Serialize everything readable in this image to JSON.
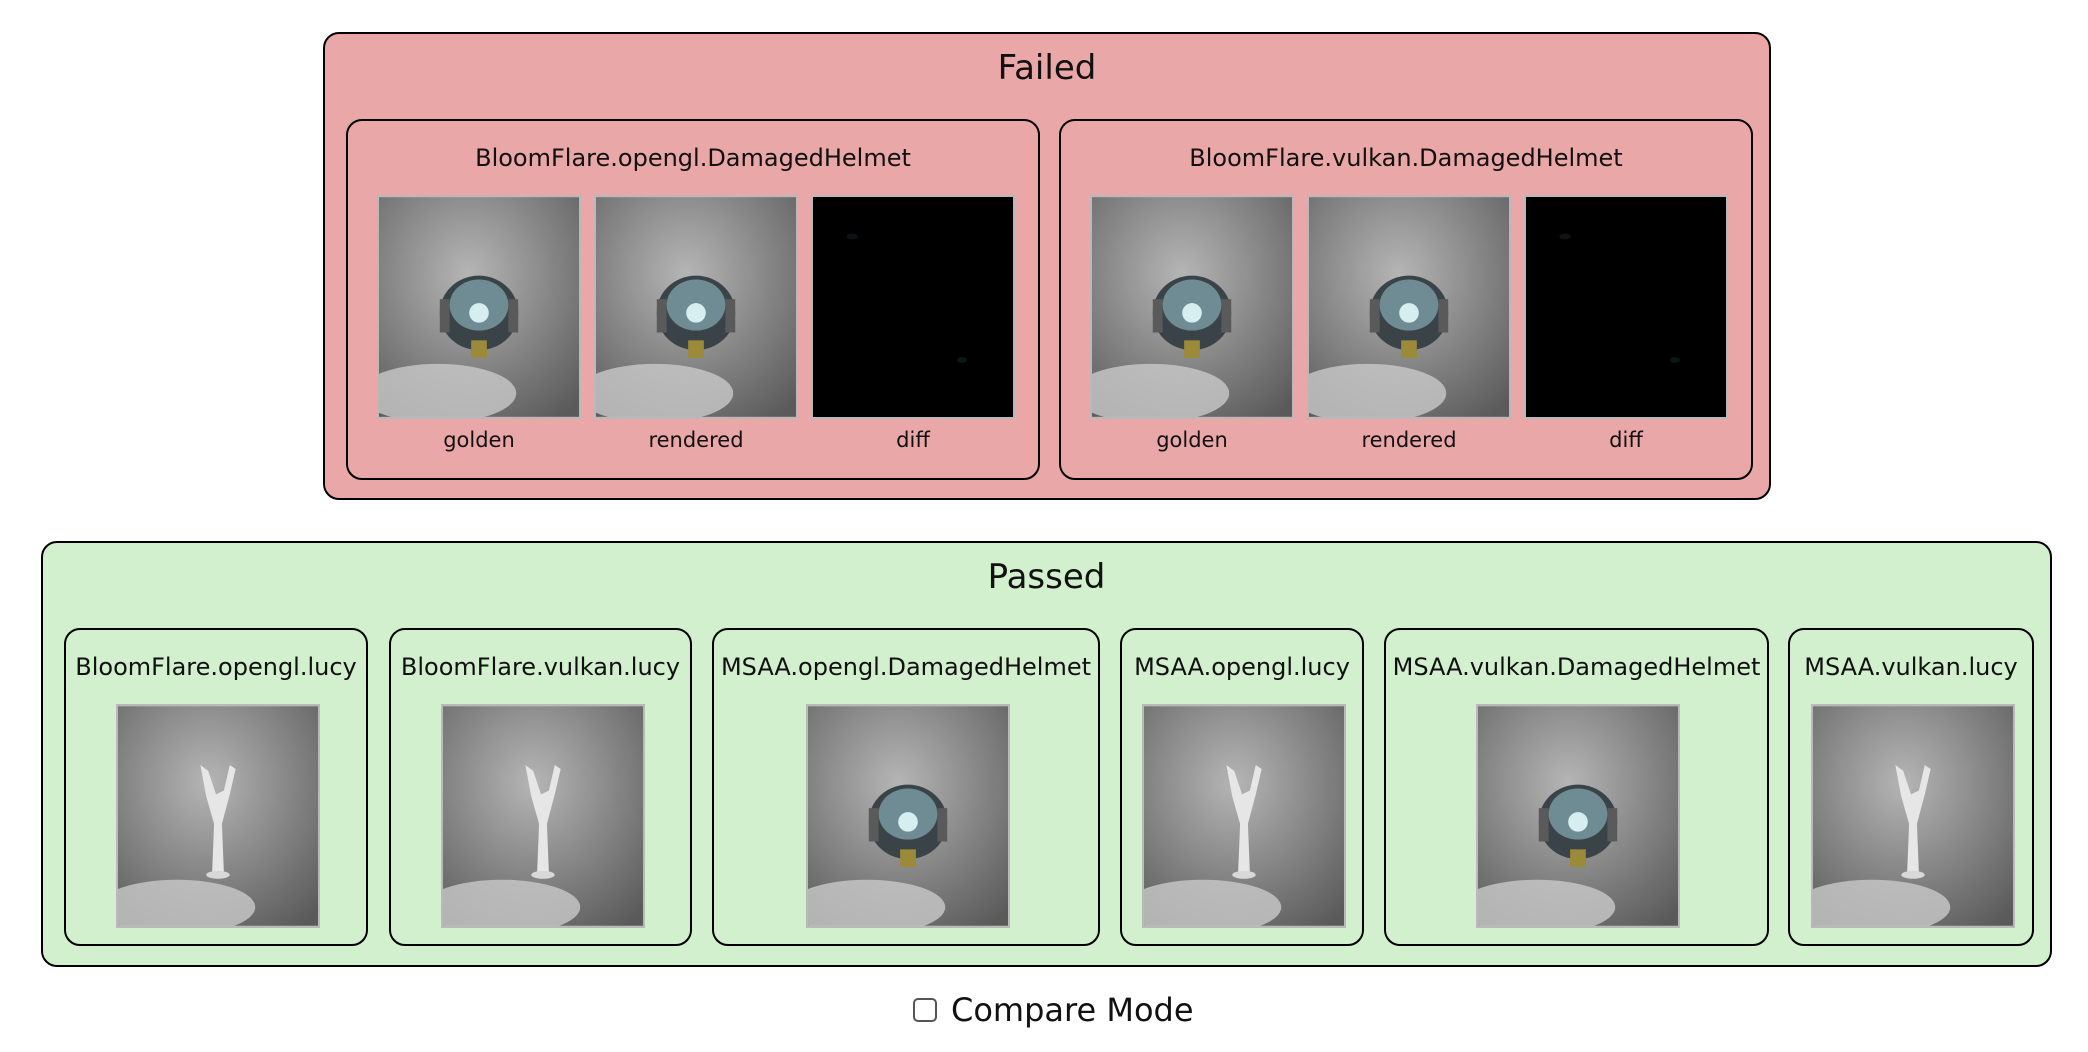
{
  "failed": {
    "title": "Failed",
    "tests": [
      {
        "name": "BloomFlare.opengl.DamagedHelmet",
        "labels": [
          "golden",
          "rendered",
          "diff"
        ]
      },
      {
        "name": "BloomFlare.vulkan.DamagedHelmet",
        "labels": [
          "golden",
          "rendered",
          "diff"
        ]
      }
    ]
  },
  "passed": {
    "title": "Passed",
    "tests": [
      {
        "name": "BloomFlare.opengl.lucy",
        "model": "lucy-statue"
      },
      {
        "name": "BloomFlare.vulkan.lucy",
        "model": "lucy-statue"
      },
      {
        "name": "MSAA.opengl.DamagedHelmet",
        "model": "damaged-helmet"
      },
      {
        "name": "MSAA.opengl.lucy",
        "model": "lucy-statue"
      },
      {
        "name": "MSAA.vulkan.DamagedHelmet",
        "model": "damaged-helmet"
      },
      {
        "name": "MSAA.vulkan.lucy",
        "model": "lucy-statue"
      }
    ]
  },
  "compare_mode": {
    "label": "Compare Mode",
    "checked": false
  },
  "colors": {
    "failed_bg": "#eaa7a7",
    "passed_bg": "#d2f0cd",
    "diff_bg": "#000000"
  }
}
